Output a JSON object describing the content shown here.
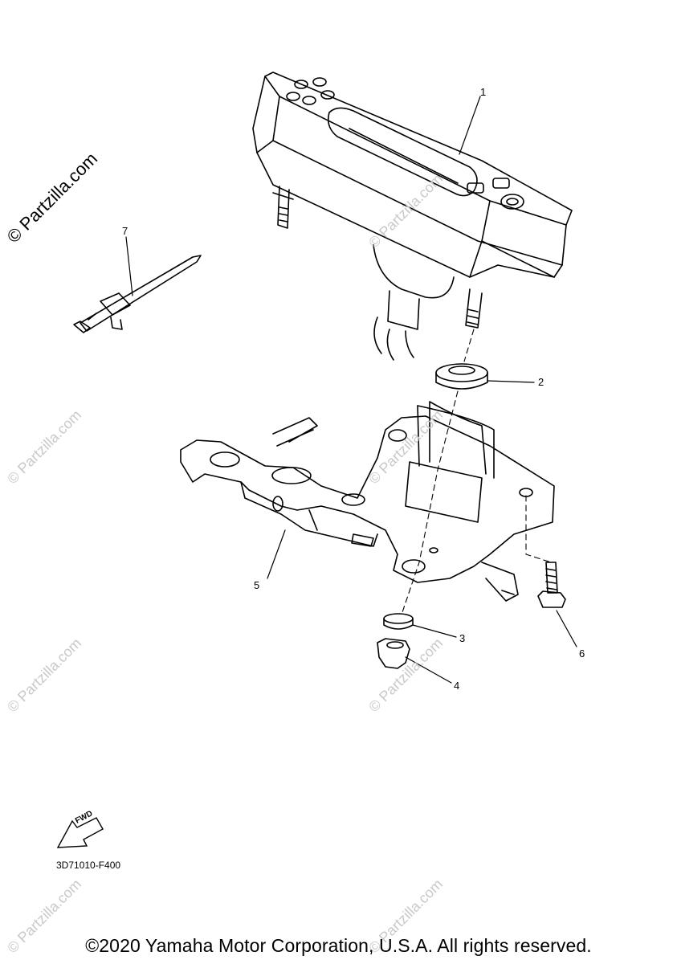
{
  "watermark": {
    "primary": "© Partzilla.com",
    "faint": "© Partzilla.com"
  },
  "callouts": {
    "c1": "1",
    "c2": "2",
    "c3": "3",
    "c4": "4",
    "c5": "5",
    "c6": "6",
    "c7": "7"
  },
  "fwd_label": "FWD",
  "figure_code": "3D71010-F400",
  "copyright": "©2020 Yamaha Motor Corporation, U.S.A. All rights reserved."
}
